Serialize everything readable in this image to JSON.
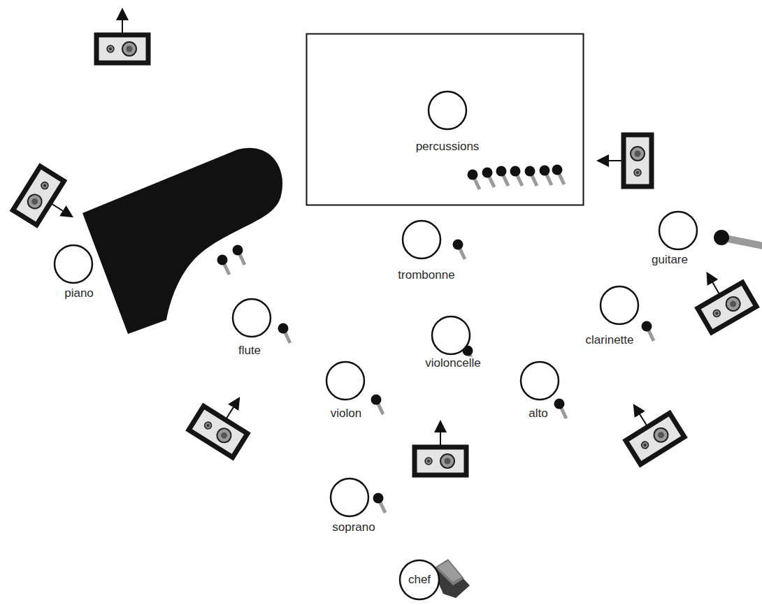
{
  "diagram": {
    "nodes": [
      {
        "text": [
          "percussions"
        ]
      },
      {
        "text": [
          "trombonne"
        ]
      },
      {
        "text": [
          "guitare"
        ]
      },
      {
        "text": [
          "piano"
        ]
      },
      {
        "text": [
          "flute"
        ]
      },
      {
        "text": [
          "violoncelle"
        ]
      },
      {
        "text": [
          "clarinette"
        ]
      },
      {
        "text": [
          "violon"
        ]
      },
      {
        "text": [
          "alto"
        ]
      },
      {
        "text": [
          "soprano"
        ]
      },
      {
        "text": [
          "chef"
        ]
      }
    ]
  }
}
